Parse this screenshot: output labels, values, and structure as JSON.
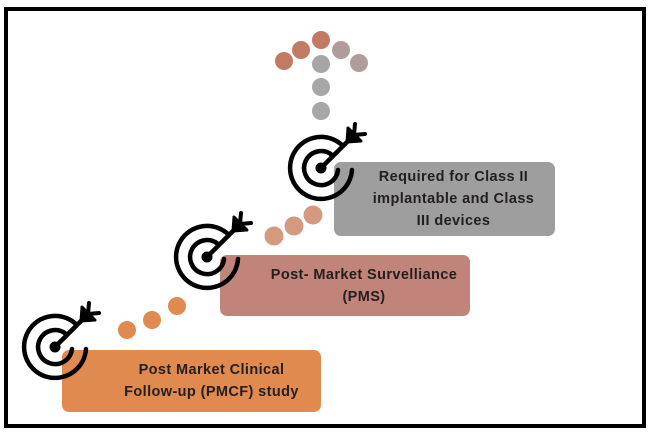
{
  "diagram": {
    "title": "",
    "steps": [
      {
        "id": "pmcf",
        "label_lines": [
          "Post Market Clinical",
          "Follow-up (PMCF) study"
        ],
        "color": "#e08a50",
        "icon": "target-arrow-icon"
      },
      {
        "id": "pms",
        "label_lines": [
          "Post- Market Survelliance",
          "(PMS)"
        ],
        "color": "#c0847a",
        "icon": "target-arrow-icon"
      },
      {
        "id": "class",
        "label_lines": [
          "Required for Class II",
          "implantable and Class",
          "III devices"
        ],
        "color": "#9e9e9e",
        "icon": "target-arrow-icon"
      }
    ],
    "connector_colors": {
      "step1_to_2": "#e08a50",
      "step2_to_3": "#d49a80",
      "up_arrow_left": "#c27a63",
      "up_arrow_right": "#b09d9a",
      "up_arrow_stem": "#a6a6a6"
    },
    "frame_color": "#000000",
    "text_color": "#231f1e"
  }
}
